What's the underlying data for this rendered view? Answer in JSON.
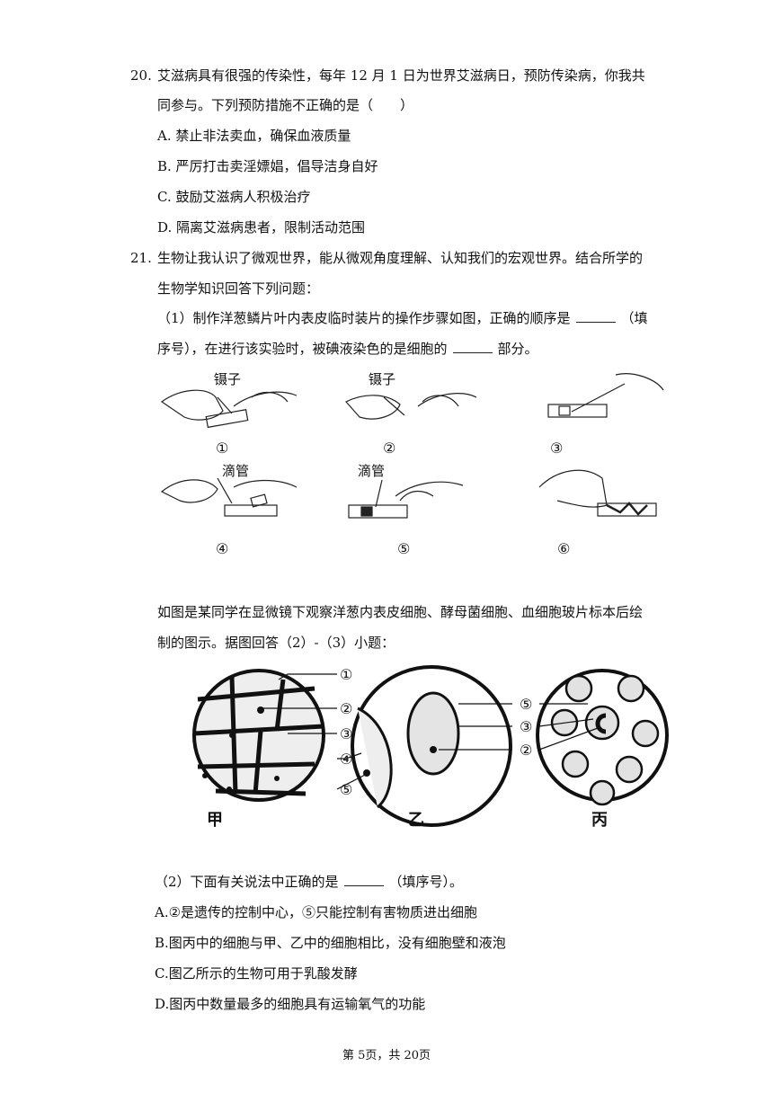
{
  "q20": {
    "number": "20.",
    "stem_line1": "艾滋病具有很强的传染性，每年 12 月 1 日为世界艾滋病日，预防传染病，你我共",
    "stem_line2": "同参与。下列预防措施不正确的是（　　）",
    "options": [
      "A.  禁止非法卖血，确保血液质量",
      "B.  严厉打击卖淫嫖娼，倡导洁身自好",
      "C.  鼓励艾滋病人积极治疗",
      "D.  隔离艾滋病患者，限制活动范围"
    ]
  },
  "q21": {
    "number": "21.",
    "stem_line1": "生物让我认识了微观世界，能从微观角度理解、认知我们的宏观世界。结合所学的",
    "stem_line2": "生物学知识回答下列问题：",
    "part1_line1_a": "（1）制作洋葱鳞片叶内表皮临时装片的操作步骤如图，正确的顺序是",
    "part1_line1_b": "（填",
    "part1_line2_a": "序号），在进行该实验时，被碘液染色的是细胞的",
    "part1_line2_b": "部分。",
    "steps": [
      {
        "num": "①",
        "tool": "镊子"
      },
      {
        "num": "②",
        "tool": "镊子"
      },
      {
        "num": "③",
        "tool": ""
      },
      {
        "num": "④",
        "tool": "滴管"
      },
      {
        "num": "⑤",
        "tool": "滴管"
      },
      {
        "num": "⑥",
        "tool": ""
      }
    ],
    "intro_line1": "如图是某同学在显微镜下观察洋葱内表皮细胞、酵母菌细胞、血细胞玻片标本后绘",
    "intro_line2": "制的图示。据图回答（2）-（3）小题：",
    "cells_labels": {
      "jia": "甲",
      "yi": "乙",
      "bing": "丙"
    },
    "left_callouts": [
      "①",
      "②",
      "③",
      "④",
      "⑤"
    ],
    "right_callouts": [
      "⑤",
      "③",
      "②"
    ],
    "part2_a": "（2）下面有关说法中正确的是",
    "part2_b": "（填序号）。",
    "part2_options": [
      "A.②是遗传的控制中心，⑤只能控制有害物质进出细胞",
      "B.图丙中的细胞与甲、乙中的细胞相比，没有细胞壁和液泡",
      "C.图乙所示的生物可用于乳酸发酵",
      "D.图丙中数量最多的细胞具有运输氧气的功能"
    ]
  },
  "footer": "第 5页，共 20页"
}
